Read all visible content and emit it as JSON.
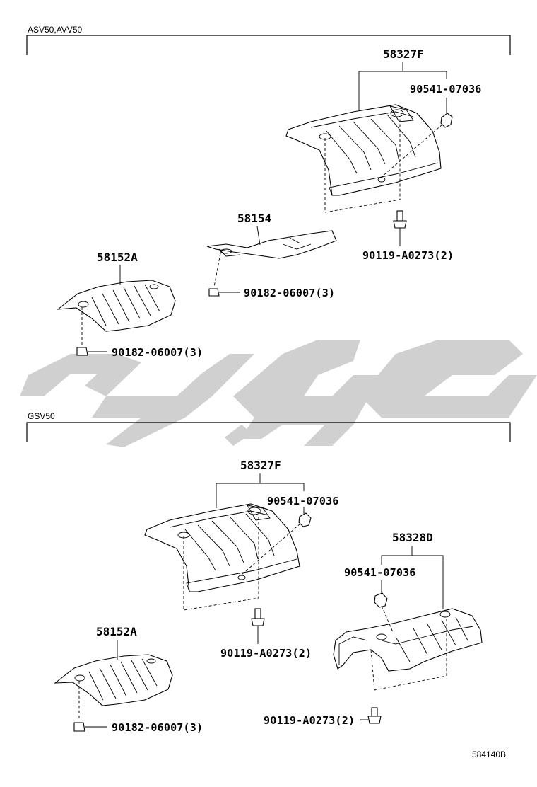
{
  "sections": {
    "top": {
      "label": "ASV50,AVV50"
    },
    "bottom": {
      "label": "GSV50"
    }
  },
  "top": {
    "p58327f": "58327F",
    "clip": "90541-07036",
    "p58154": "58154",
    "bolt": "90119-A0273(2)",
    "p58152a": "58152A",
    "nut_58154": "90182-06007(3)",
    "nut_58152a": "90182-06007(3)"
  },
  "bottom": {
    "p58327f": "58327F",
    "clip_58327f": "90541-07036",
    "bolt_58327f": "90119-A0273(2)",
    "p58328d": "58328D",
    "clip_58328d": "90541-07036",
    "bolt_58328d": "90119-A0273(2)",
    "p58152a": "58152A",
    "nut_58152a": "90182-06007(3)"
  },
  "illustration_ref": "584140B",
  "colors": {
    "line": "#000000",
    "watermark": "#d0d0d0",
    "background": "#ffffff"
  }
}
